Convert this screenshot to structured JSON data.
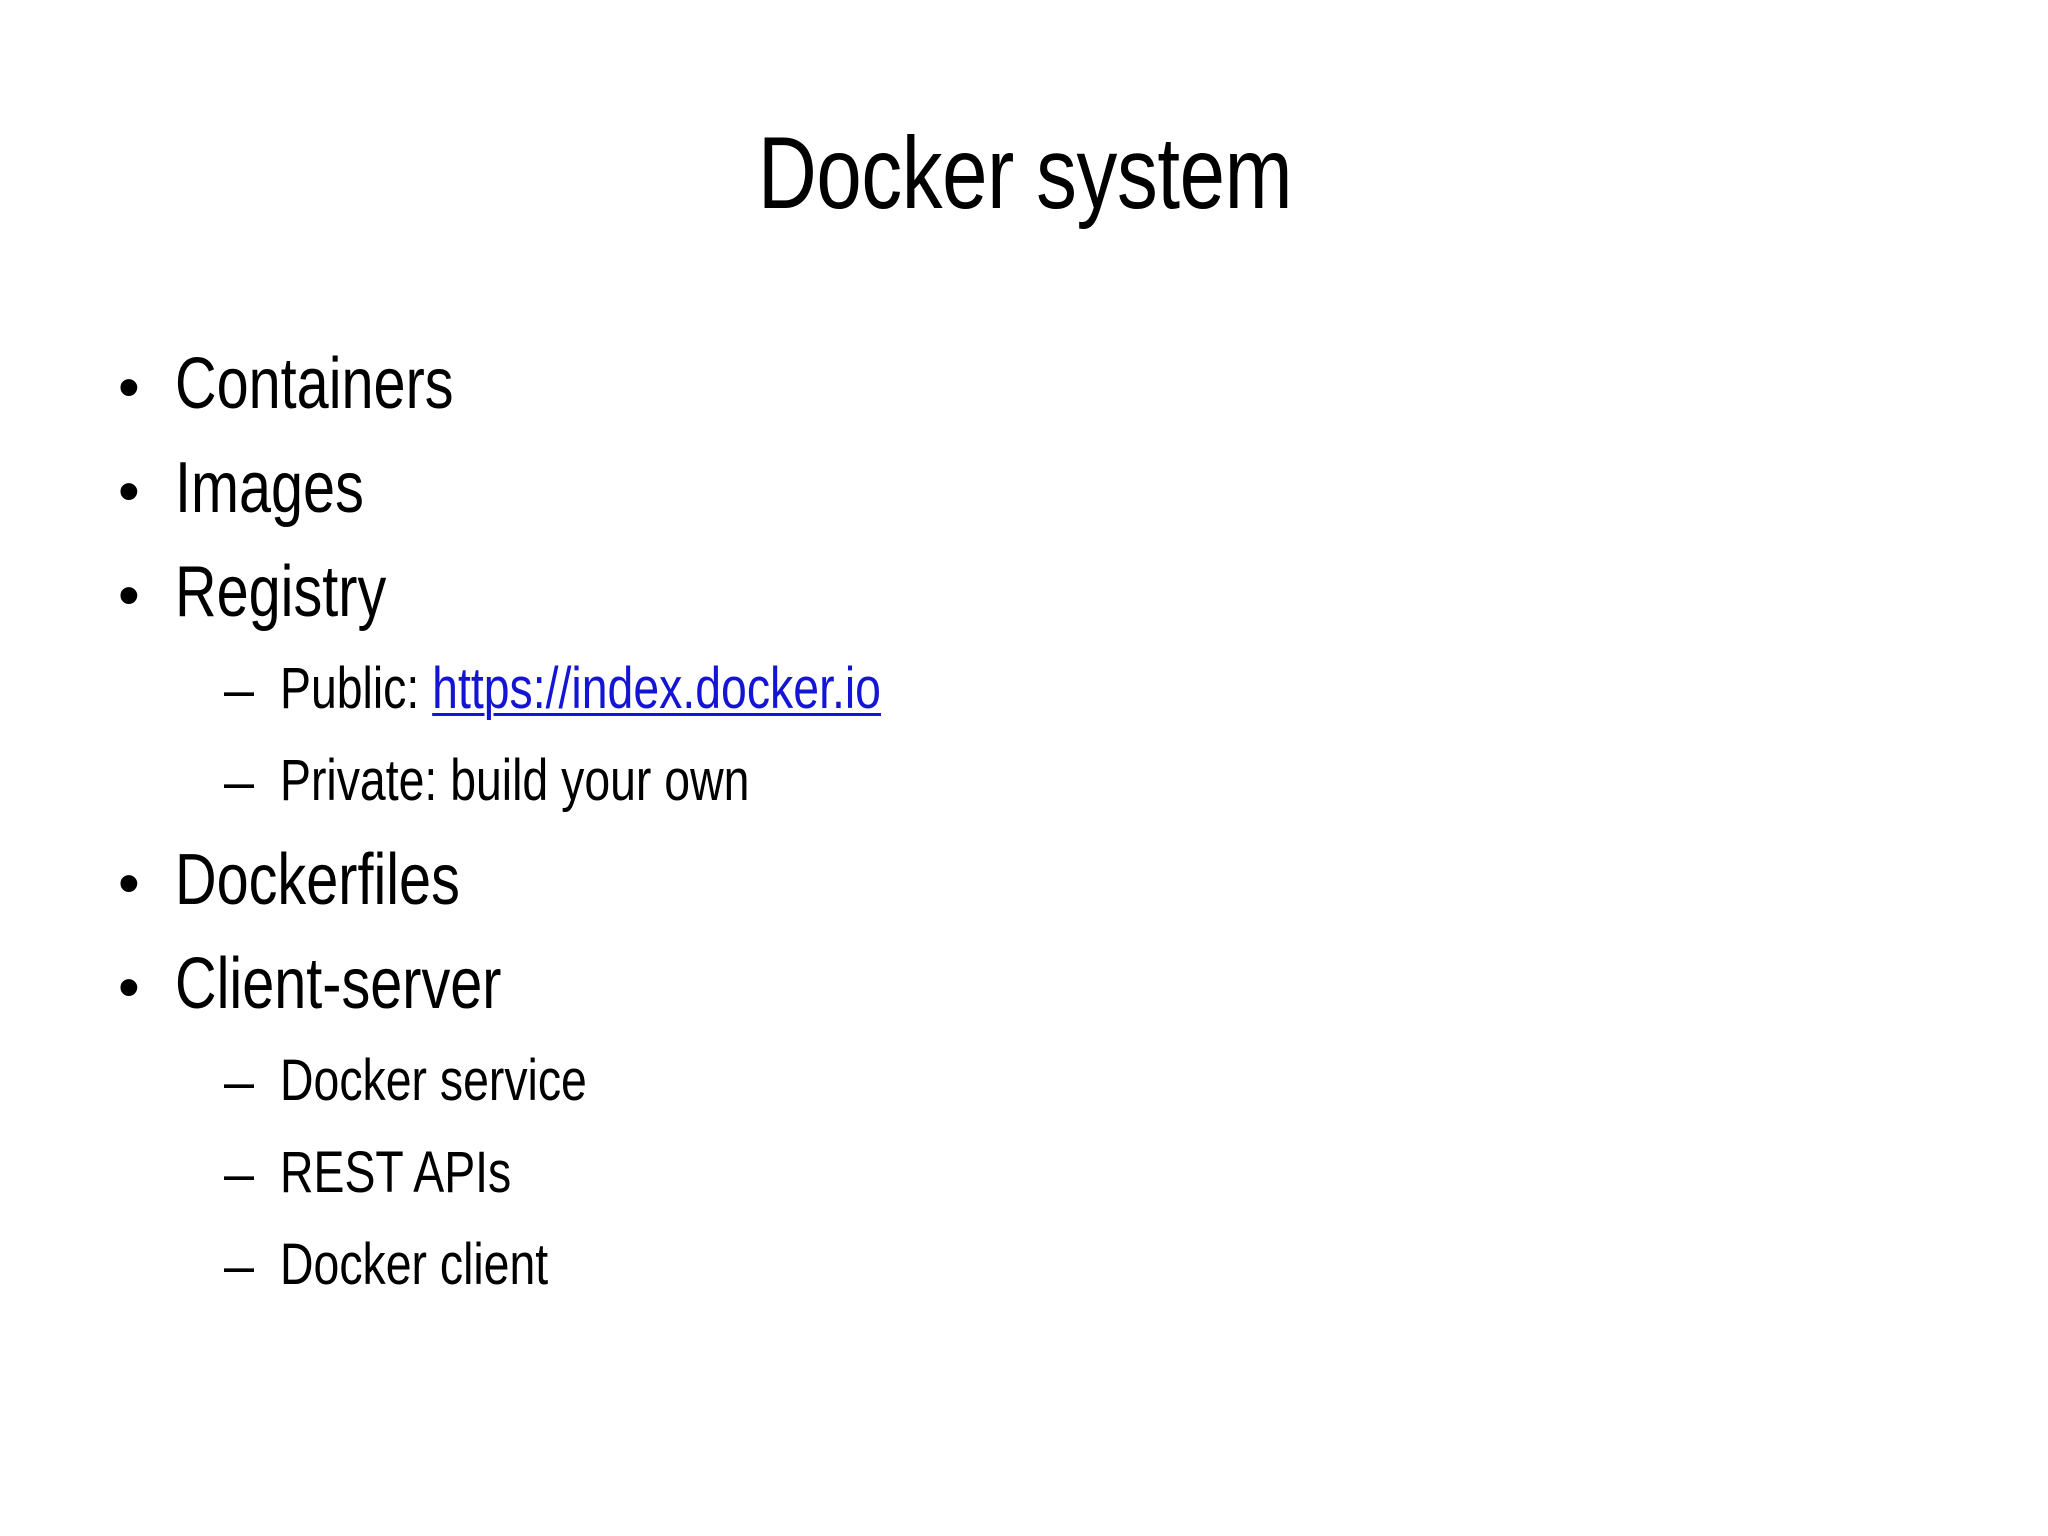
{
  "slide": {
    "title": "Docker system",
    "background_color": "#FFFFFF",
    "text_color": "#000000",
    "link_color": "#1414D4",
    "bullet_glyph": "•",
    "dash_glyph": "–",
    "items": [
      {
        "level": 1,
        "text": "Containers"
      },
      {
        "level": 1,
        "text": "Images"
      },
      {
        "level": 1,
        "text": "Registry"
      },
      {
        "level": 2,
        "label": "Public: ",
        "link_text": "https://index.docker.io",
        "is_link": true
      },
      {
        "level": 2,
        "text": "Private: build your own"
      },
      {
        "level": 1,
        "text": "Dockerfiles"
      },
      {
        "level": 1,
        "text": "Client-server"
      },
      {
        "level": 2,
        "text": "Docker service"
      },
      {
        "level": 2,
        "text": "REST APIs"
      },
      {
        "level": 2,
        "text": "Docker client"
      }
    ]
  }
}
